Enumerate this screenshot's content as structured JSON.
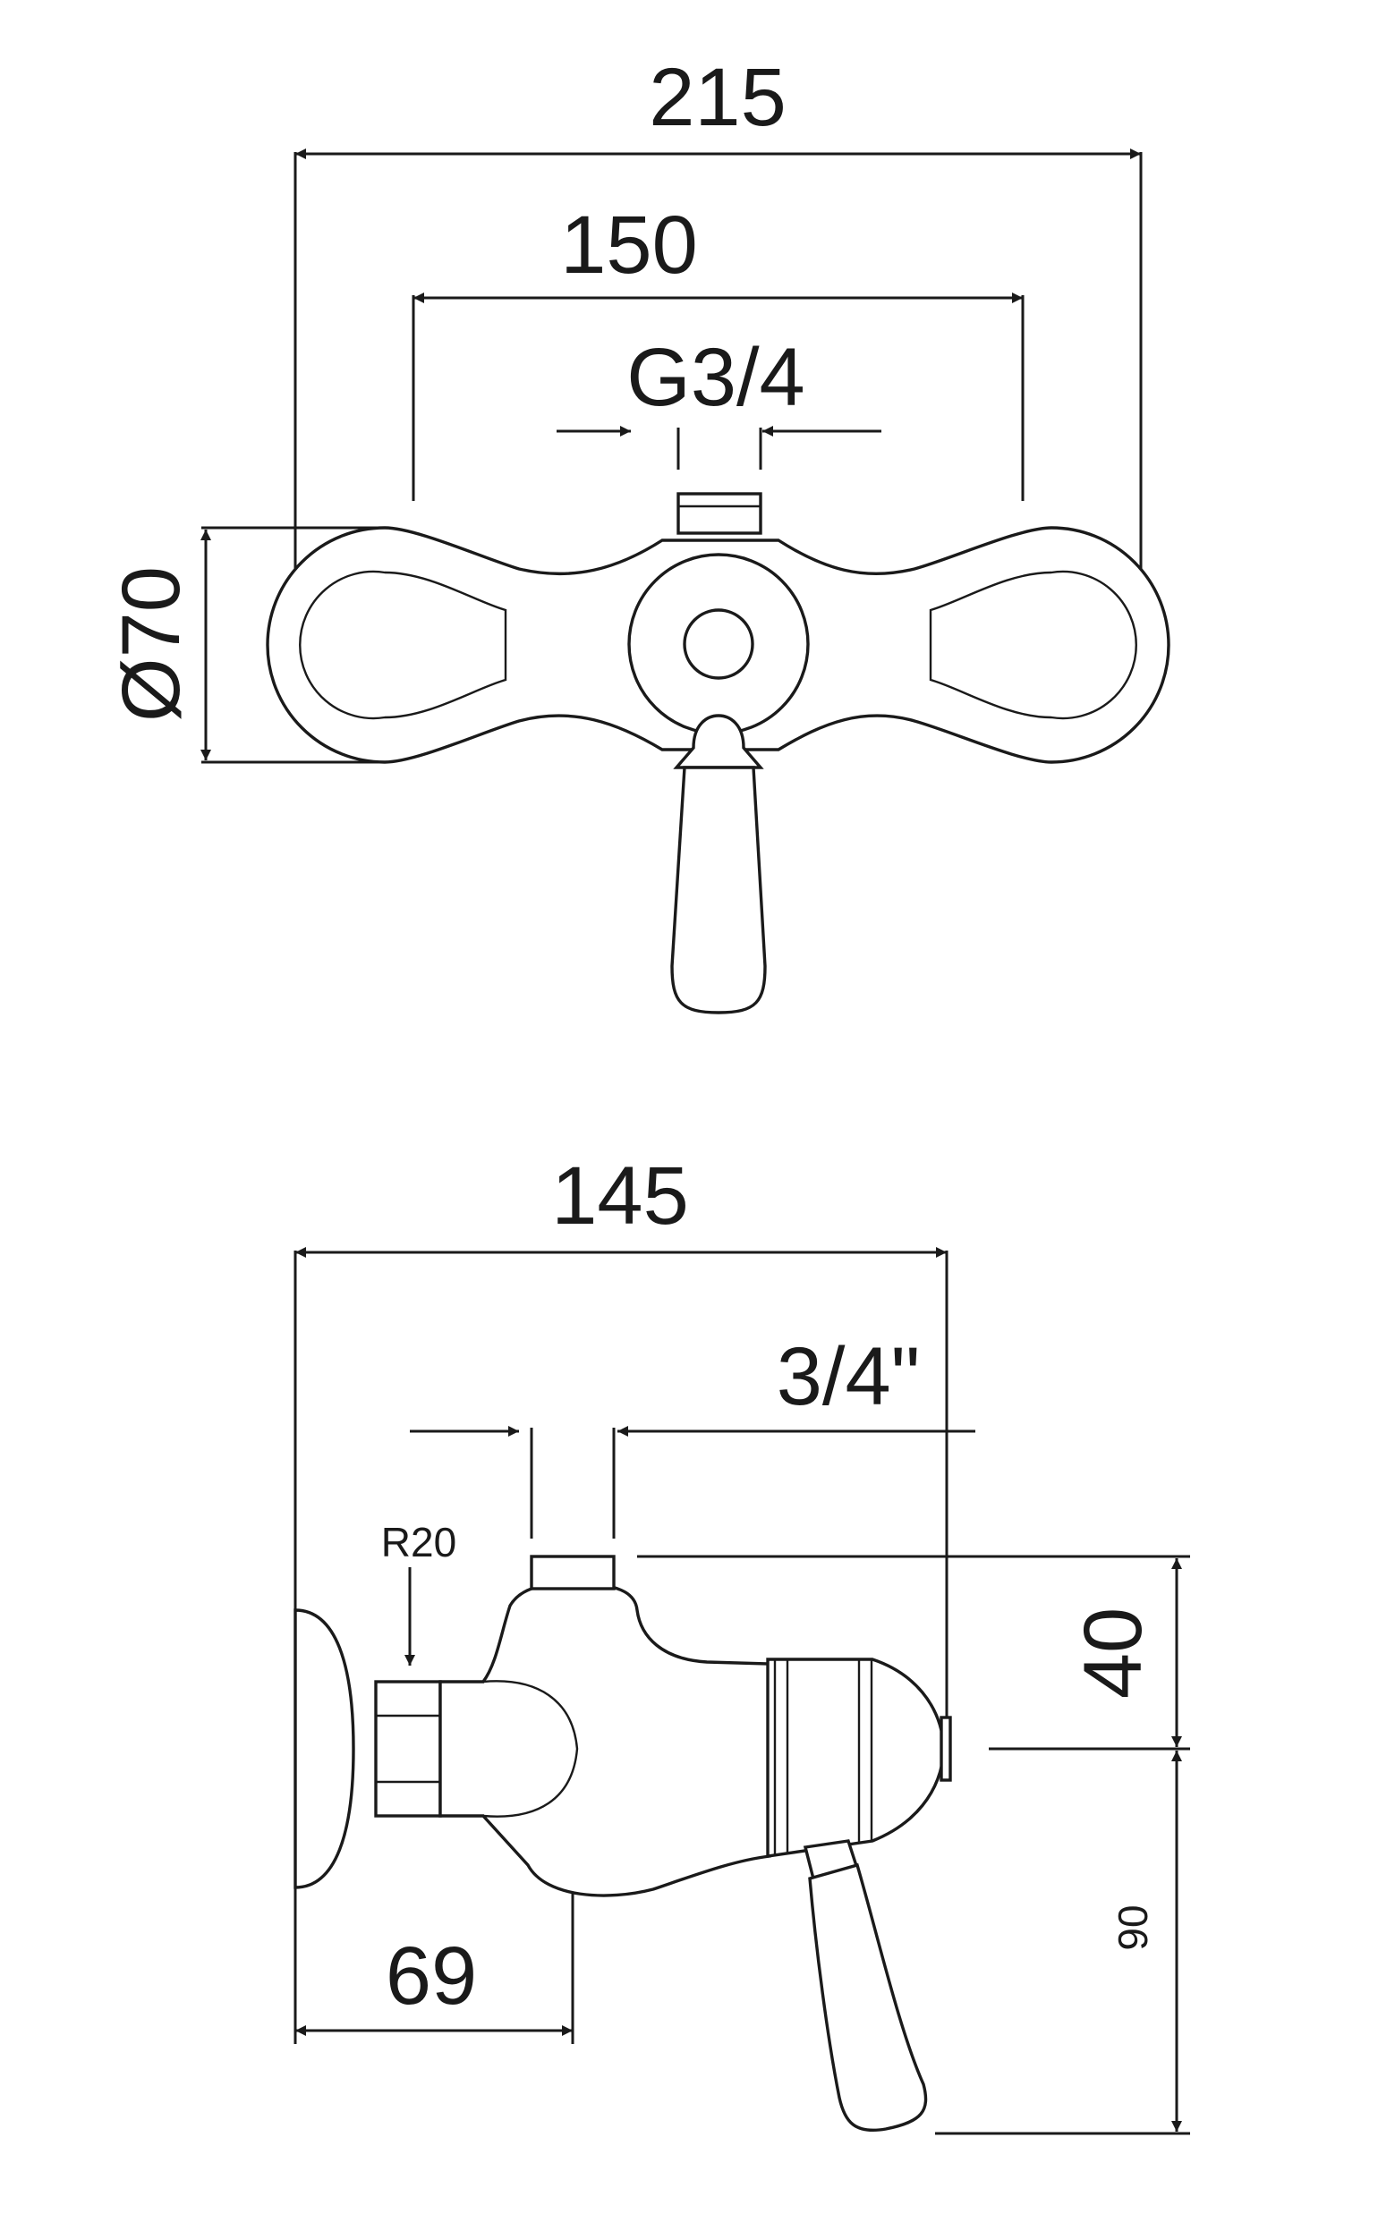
{
  "top_view": {
    "overall_width": "215",
    "inlet_spacing": "150",
    "outlet_thread": "G3/4",
    "rosette_diameter": "Ø70"
  },
  "side_view": {
    "overall_depth": "145",
    "outlet_thread": "3/4\"",
    "radius": "R20",
    "height_upper": "40",
    "height_lower": "90",
    "wall_to_axis": "69"
  },
  "colors": {
    "line": "#1a1a1a",
    "background": "#ffffff"
  }
}
